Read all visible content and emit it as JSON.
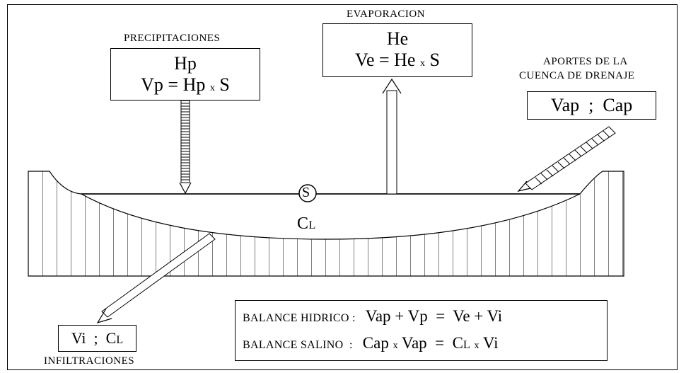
{
  "labels": {
    "evaporacion": "EVAPORACION",
    "precipitaciones": "PRECIPITACIONES",
    "aportes_line1": "APORTES DE LA",
    "aportes_line2": "CUENCA DE DRENAJE",
    "infiltraciones": "INFILTRACIONES",
    "surface_symbol": "S",
    "lake_conc": "C",
    "lake_conc_sub": "L"
  },
  "boxes": {
    "precip_title": "Hp",
    "precip_formula_a": "Vp = Hp ",
    "precip_formula_x": "x",
    "precip_formula_b": " S",
    "evap_title": "He",
    "evap_formula_a": "Ve = He ",
    "evap_formula_x": "x",
    "evap_formula_b": " S",
    "aportes_a": "Vap",
    "aportes_sep": ";",
    "aportes_b": "Cap",
    "infil_a": "Vi",
    "infil_sep": ";",
    "infil_b": "C",
    "infil_b_sub": "L"
  },
  "balance": {
    "hidrico_label": "BALANCE HIDRICO :",
    "hidrico_eq": "Vap + Vp  =  Ve + Vi",
    "salino_label": "BALANCE SALINO  :",
    "salino_eq_a": "Cap ",
    "salino_eq_x": "x",
    "salino_eq_b": " Vap  =  C",
    "salino_eq_sub": "L",
    "salino_eq_x2": "x",
    "salino_eq_c": " Vi"
  }
}
